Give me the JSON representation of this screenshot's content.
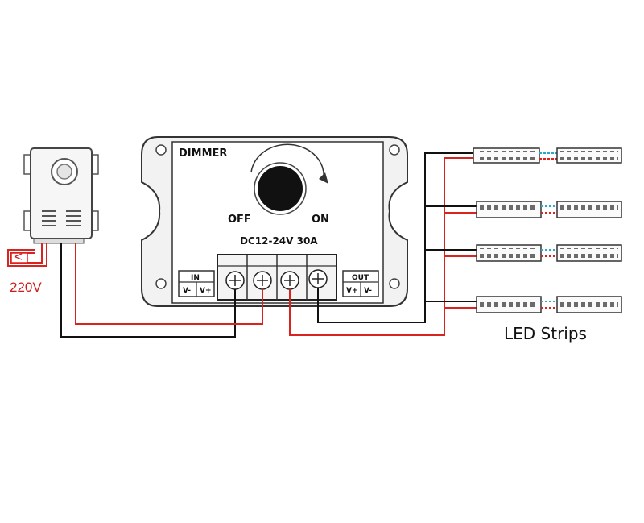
{
  "dimmer": {
    "title": "DIMMER",
    "off_label": "OFF",
    "on_label": "ON",
    "rating": "DC12-24V 30A",
    "in_label": "IN",
    "in_neg": "V-",
    "in_pos": "V+",
    "out_label": "OUT",
    "out_pos": "V+",
    "out_neg": "V-"
  },
  "power_supply": {
    "voltage_label": "220V",
    "plug_glyph": "<"
  },
  "strips": {
    "label": "LED Strips",
    "rows": 4
  },
  "colors": {
    "positive_wire": "#d9231f",
    "negative_wire": "#111111",
    "link": "#2aa9c9"
  }
}
